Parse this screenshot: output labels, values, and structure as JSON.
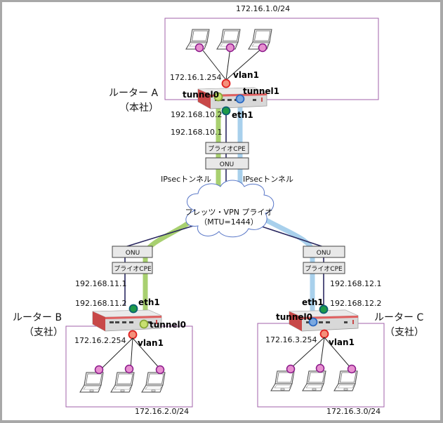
{
  "diagram": {
    "routers": {
      "a": {
        "name": "ルーター A",
        "role": "（本社）",
        "lan_ip": "172.16.1.254",
        "lan_net": "172.16.1.0/24",
        "wan_ip": "192.168.10.2",
        "cpe_ip": "192.168.10.1",
        "if_vlan": "vlan1",
        "if_eth": "eth1",
        "if_tunnel0": "tunnel0",
        "if_tunnel1": "tunnel1"
      },
      "b": {
        "name": "ルーター B",
        "role": "（支社）",
        "lan_ip": "172.16.2.254",
        "lan_net": "172.16.2.0/24",
        "wan_ip": "192.168.11.2",
        "cpe_ip": "192.168.11.1",
        "if_vlan": "vlan1",
        "if_eth": "eth1",
        "if_tunnel0": "tunnel0"
      },
      "c": {
        "name": "ルーター C",
        "role": "（支社）",
        "lan_ip": "172.16.3.254",
        "lan_net": "172.16.3.0/24",
        "wan_ip": "192.168.12.2",
        "cpe_ip": "192.168.12.1",
        "if_vlan": "vlan1",
        "if_eth": "eth1",
        "if_tunnel0": "tunnel0"
      }
    },
    "devices": {
      "cpe": "プライオCPE",
      "onu": "ONU"
    },
    "tunnel_label": "IPsecトンネル",
    "cloud": {
      "line1": "フレッツ・VPN プライオ",
      "line2": "（MTU=1444）"
    },
    "colors": {
      "tunnel_green": "#a8d070",
      "tunnel_blue": "#a8d0ec",
      "wan_line": "#2a2860",
      "lan_box": "#a060a8",
      "vlan_dot": "#f4907a",
      "eth_dot": "#1f9a48",
      "t0_dot": "#c8e070",
      "t1_dot": "#7aa8e0",
      "pc_dot": "#e890d0"
    }
  }
}
